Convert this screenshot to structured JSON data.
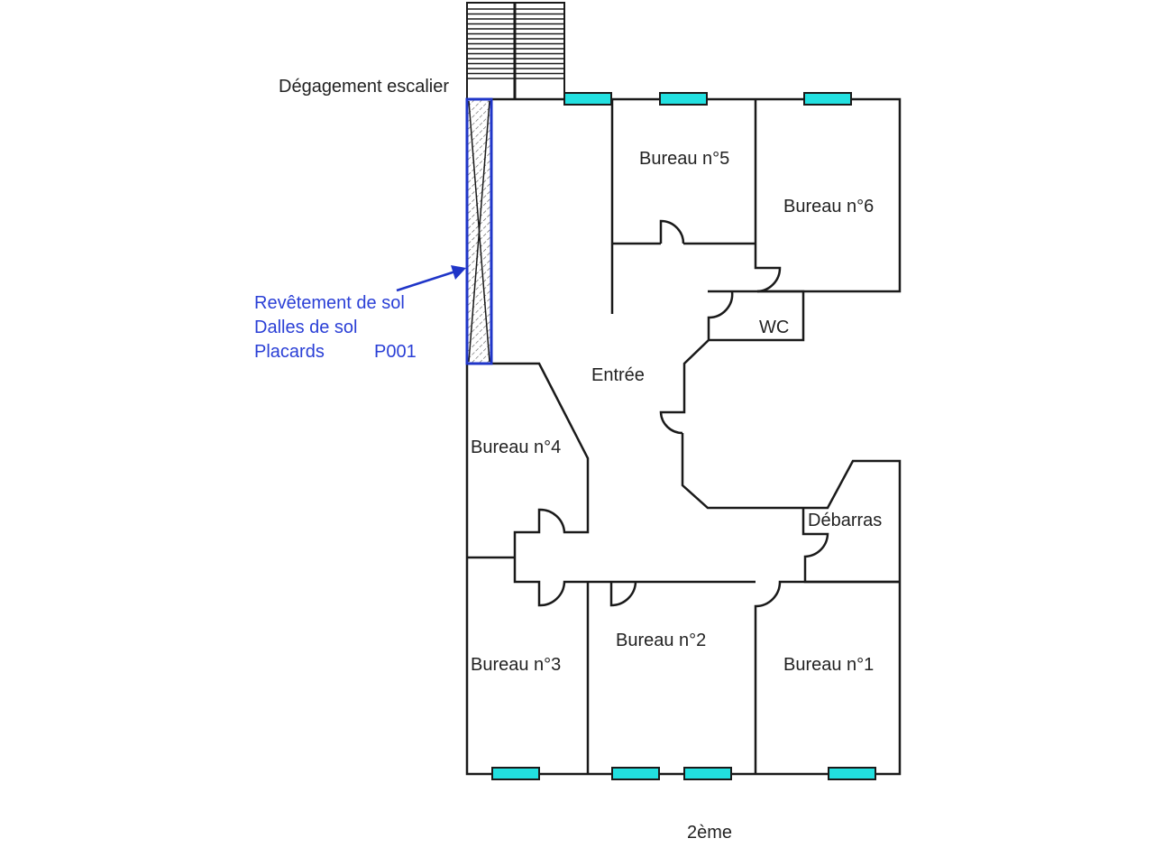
{
  "stair_label": "Dégagement escalier",
  "annotation": {
    "line1": "Revêtement de sol",
    "line2": "Dalles de sol",
    "line3": "Placards",
    "code": "P001"
  },
  "rooms": {
    "bureau5": "Bureau  n°5",
    "bureau6": "Bureau  n°6",
    "wc": "WC",
    "entree": "Entrée",
    "bureau4": "Bureau  n°4",
    "debarras": "Débarras",
    "bureau2": "Bureau  n°2",
    "bureau3": "Bureau  n°3",
    "bureau1": "Bureau  n°1"
  },
  "floor_label": "2ème",
  "colors": {
    "wall": "#1a1a1a",
    "window": "#22e0e0",
    "highlight": "#1f35c8"
  }
}
